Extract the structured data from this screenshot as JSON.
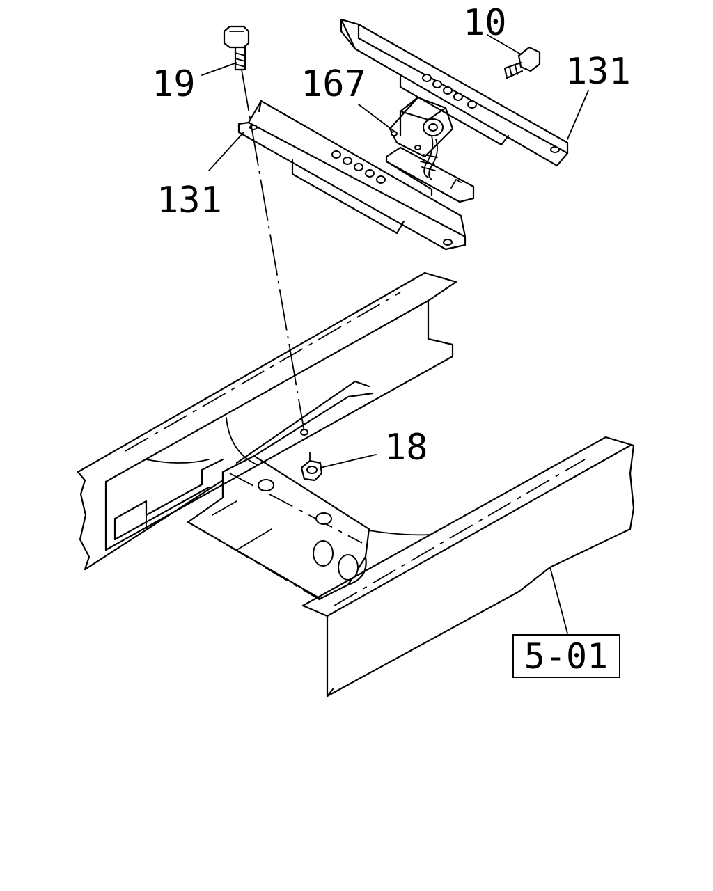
{
  "callouts": {
    "c10": "10",
    "c131_top_right": "131",
    "c167": "167",
    "c19": "19",
    "c131_left": "131",
    "c18": "18"
  },
  "reference_box": "5-01"
}
